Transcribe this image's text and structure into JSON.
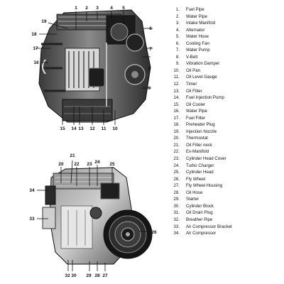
{
  "legend": [
    {
      "num": "1.",
      "label": "Fuel Pipe"
    },
    {
      "num": "2.",
      "label": "Water Pipe"
    },
    {
      "num": "3.",
      "label": "Intake Manifcld"
    },
    {
      "num": "4.",
      "label": "Alternator"
    },
    {
      "num": "5.",
      "label": "Water Hose"
    },
    {
      "num": "6.",
      "label": "Cooling Fan"
    },
    {
      "num": "7.",
      "label": "Water Pump"
    },
    {
      "num": "8.",
      "label": "V-Belt"
    },
    {
      "num": "9.",
      "label": "Vibration Damper"
    },
    {
      "num": "10.",
      "label": "Oil Pan"
    },
    {
      "num": "11.",
      "label": "Oil Level Gauge"
    },
    {
      "num": "12.",
      "label": "Timer"
    },
    {
      "num": "13.",
      "label": "Oil Filter"
    },
    {
      "num": "14.",
      "label": "Fuel Injection Pump"
    },
    {
      "num": "15.",
      "label": "Oil Cooler"
    },
    {
      "num": "16.",
      "label": "Water Pipe"
    },
    {
      "num": "17.",
      "label": "Fuel Filter"
    },
    {
      "num": "18.",
      "label": "Preheater Plug"
    },
    {
      "num": "19.",
      "label": "Injection Nozzle"
    },
    {
      "num": "20.",
      "label": "Thermostat"
    },
    {
      "num": "21.",
      "label": "Oil Filler neck"
    },
    {
      "num": "22.",
      "label": "Ex-Manifold"
    },
    {
      "num": "23.",
      "label": "Cylinder Head Cover"
    },
    {
      "num": "24.",
      "label": "Turbo Charger"
    },
    {
      "num": "25.",
      "label": "Cylinder Head"
    },
    {
      "num": "26.",
      "label": "Fly Wheel"
    },
    {
      "num": "27.",
      "label": "Fly Wheel Housing"
    },
    {
      "num": "28.",
      "label": "Oil Hose"
    },
    {
      "num": "29.",
      "label": "Starter"
    },
    {
      "num": "30.",
      "label": "Cylinder Block"
    },
    {
      "num": "31.",
      "label": "Oil Drain Plug"
    },
    {
      "num": "32.",
      "label": "Breather Pipe"
    },
    {
      "num": "33.",
      "label": "Air Compressor Bracket"
    },
    {
      "num": "34.",
      "label": "Air Compressor"
    }
  ],
  "callouts_top": [
    "1",
    "2",
    "3",
    "4",
    "5",
    "6",
    "7",
    "8",
    "9",
    "10",
    "11",
    "12",
    "13",
    "14",
    "15",
    "16",
    "17",
    "18",
    "19"
  ],
  "callouts_bottom": [
    "20",
    "21",
    "22",
    "23",
    "24",
    "25",
    "26",
    "27",
    "28",
    "29",
    "30",
    "32",
    "33",
    "34"
  ],
  "colors": {
    "ink": "#111111",
    "engine_dark": "#2b2b2b",
    "engine_mid": "#6e6e6e",
    "engine_light": "#bdbdbd",
    "paper": "#ffffff"
  }
}
